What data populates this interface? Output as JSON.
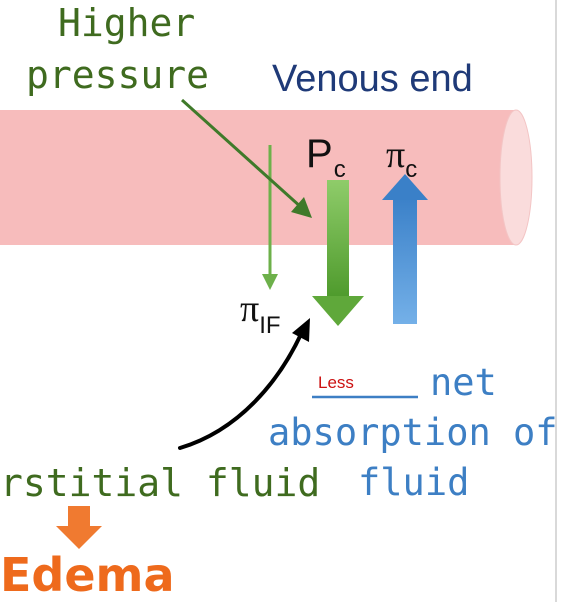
{
  "labels": {
    "higher_line1": "Higher",
    "higher_line2": "pressure",
    "venous_end": "Venous end",
    "pc_main": "P",
    "pc_sub": "c",
    "pic_main": "π",
    "pic_sub": "c",
    "piif_main": "π",
    "piif_sub": "IF",
    "blank_answer": "Less",
    "net": "net",
    "absorption_of": "absorption of",
    "fluid": "fluid",
    "interstitial_fluid": "rstitial fluid",
    "edema": "Edema"
  },
  "colors": {
    "vessel": "#f7bcbc",
    "vessel_end": "#fadcdc",
    "green_text": "#3f6b1f",
    "navy_text": "#1f3a78",
    "pc_arrow": "#5fa83a",
    "pic_arrow": "#4a8fd1",
    "piif_arrow": "#6db04a",
    "pointer_arrow": "#3f7a2a",
    "blue_text": "#3d7fc4",
    "answer_red": "#cc1111",
    "edema_orange": "#ee6a1c",
    "edema_arrow": "#f07a30"
  }
}
